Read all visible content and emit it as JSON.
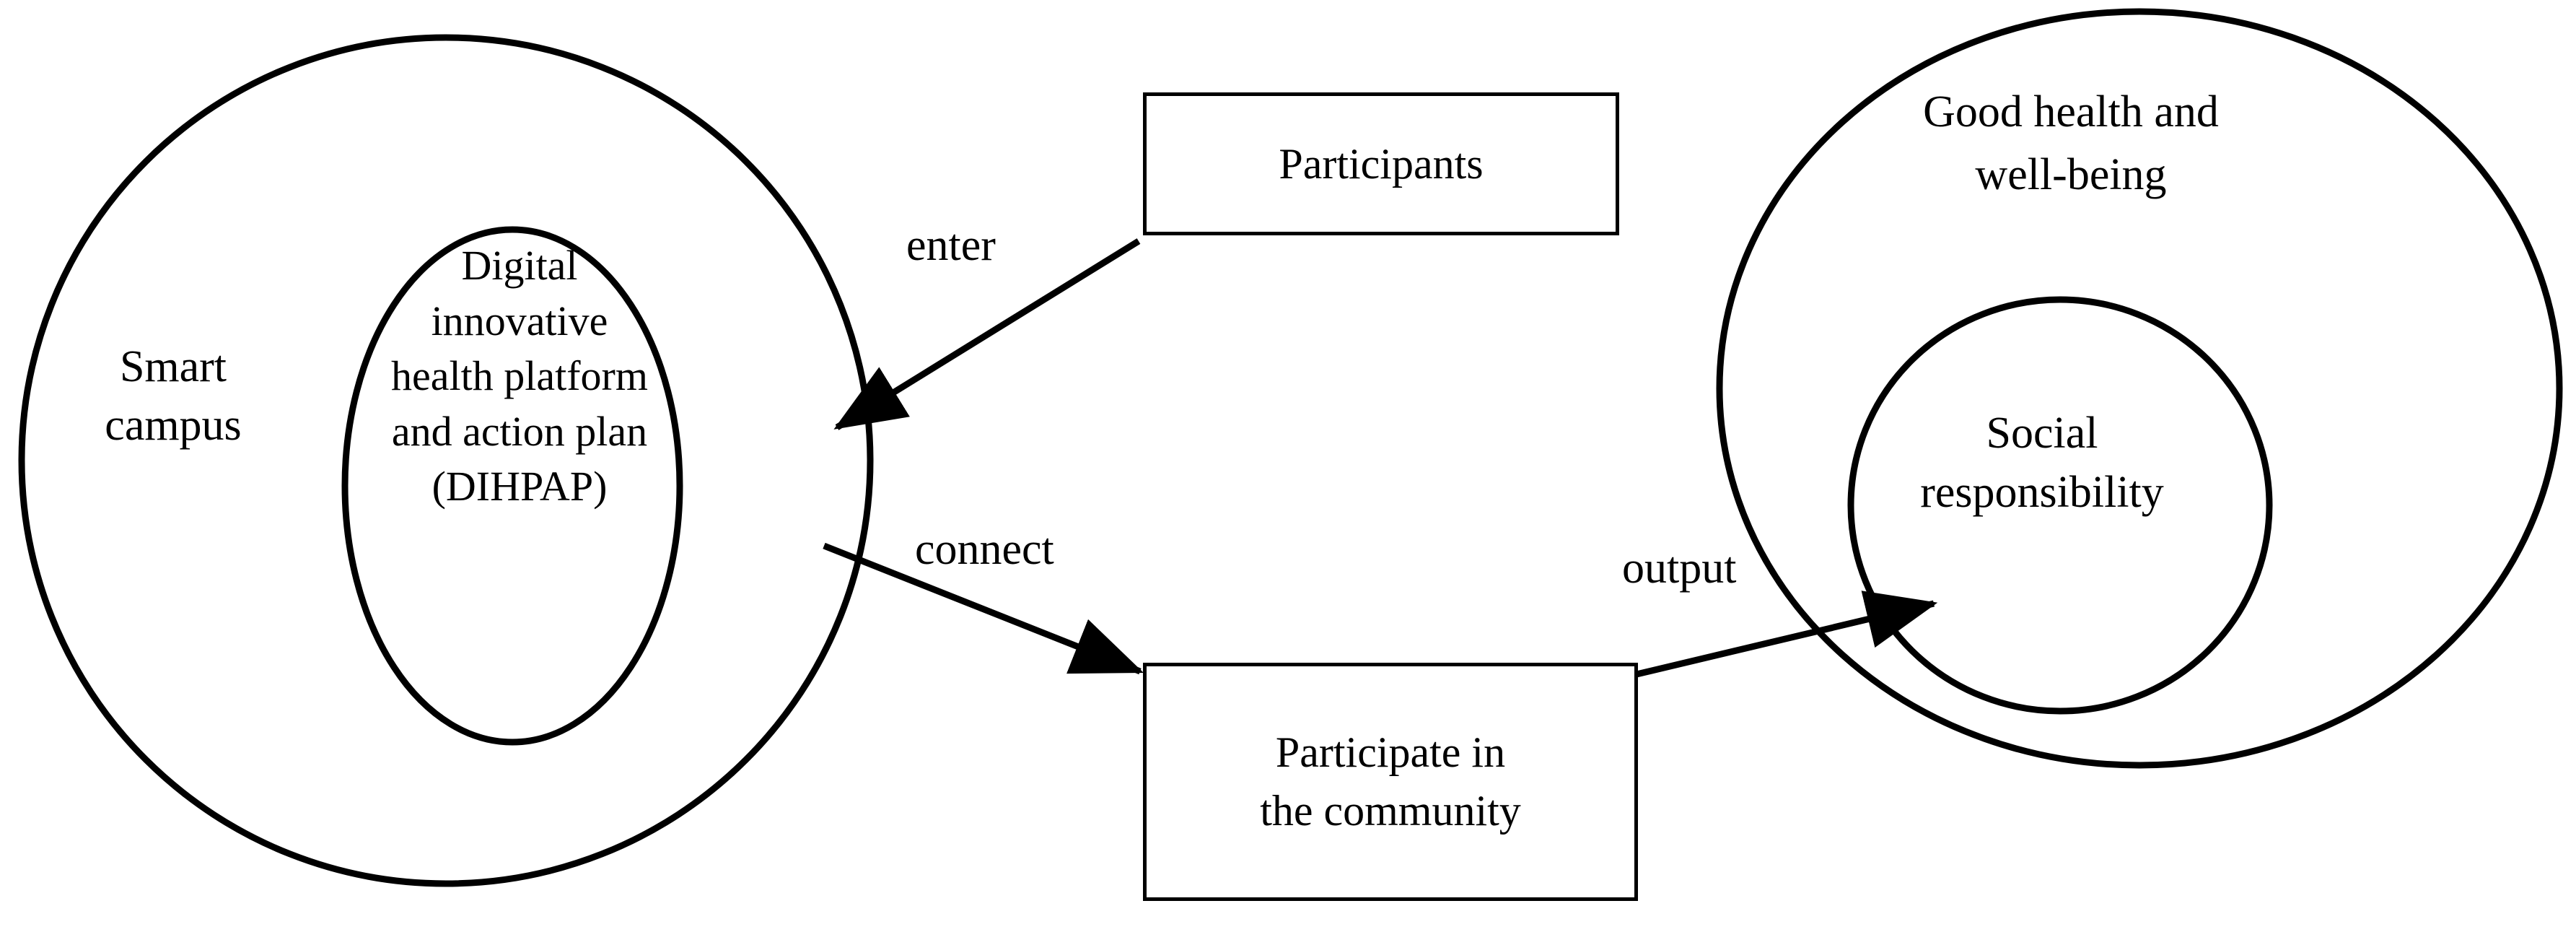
{
  "diagram": {
    "type": "concept-flow-diagram",
    "background_color": "#ffffff",
    "stroke_color": "#000000",
    "nodes": {
      "smart_campus": {
        "shape": "circle",
        "label": "Smart\ncampus",
        "role": "outer-container-left"
      },
      "dihpap": {
        "shape": "circle",
        "label": "Digital\ninnovative\nhealth platform\nand action plan\n(DIHPAP)",
        "role": "inner-circle-left"
      },
      "participants": {
        "shape": "rectangle",
        "label": "Participants",
        "role": "process-box-top"
      },
      "participate_community": {
        "shape": "rectangle",
        "label": "Participate in\nthe community",
        "role": "process-box-bottom"
      },
      "good_health": {
        "shape": "circle",
        "label": "Good health and\nwell-being",
        "role": "outer-container-right"
      },
      "social_responsibility": {
        "shape": "circle",
        "label": "Social\nresponsibility",
        "role": "inner-circle-right"
      }
    },
    "edges": [
      {
        "id": "enter",
        "label": "enter",
        "from": "participants",
        "to": "dihpap",
        "arrow": "single"
      },
      {
        "id": "connect",
        "label": "connect",
        "from": "dihpap",
        "to": "participate_community",
        "arrow": "single"
      },
      {
        "id": "output",
        "label": "output",
        "from": "participate_community",
        "to": "social_responsibility",
        "arrow": "single"
      }
    ]
  }
}
